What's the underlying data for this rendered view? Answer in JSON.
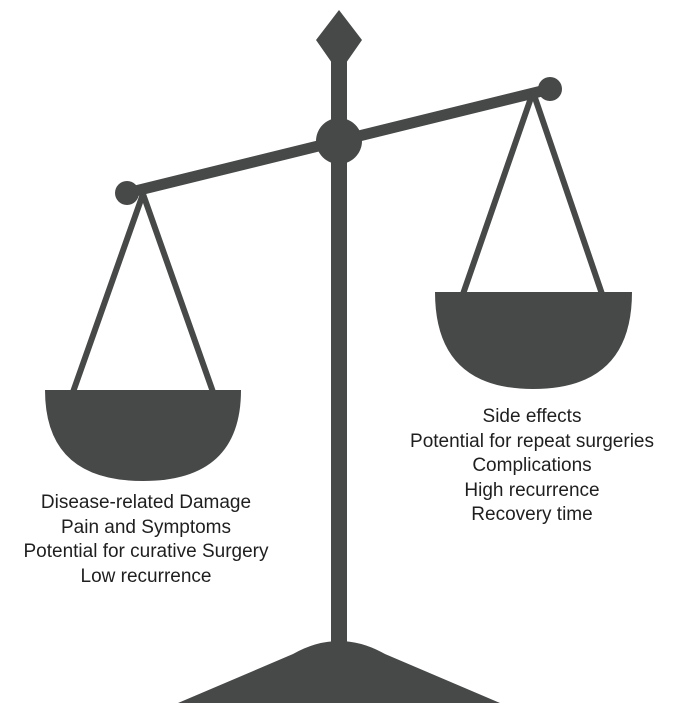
{
  "diagram": {
    "colors": {
      "scale": "#474948",
      "text": "#1f1f1f",
      "background": "#ffffff"
    },
    "left_pan": {
      "items": [
        "Disease-related Damage",
        "Pain and Symptoms",
        "Potential for curative Surgery",
        "Low recurrence"
      ]
    },
    "right_pan": {
      "items": [
        "Side effects",
        "Potential for repeat surgeries",
        "Complications",
        "High recurrence",
        "Recovery time"
      ]
    }
  }
}
